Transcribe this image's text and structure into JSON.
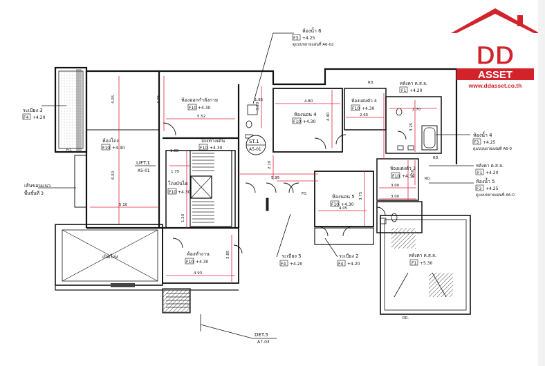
{
  "brand": {
    "logo_text": "DD",
    "logo_sub": "ASSET",
    "url": "www.ddasset.co.th",
    "color": "#d3232a"
  },
  "colors": {
    "wall": "#111111",
    "dimension": "#e0203c",
    "hatch": "#555555"
  },
  "labels": {
    "bath6_title": "ห้องน้ำ 6",
    "bath6_code": "F3",
    "bath6_level": "+4.25",
    "bath6_ref": "ดูแบบขยายแผ่นที่ A6-02",
    "balcony3_title": "ระเบียง 3",
    "balcony3_code": "F4",
    "balcony3_level": "+4.20",
    "exercise_title": "ห้องออกกำลังกาย",
    "exercise_code": "F10",
    "exercise_level": "+4.30",
    "hall_title": "ห้องโถง",
    "hall_code": "F10",
    "hall_level": "+4.30",
    "corridor_title": "โถงทางเดิน",
    "corridor_code": "F10",
    "corridor_level": "+4.30",
    "stair_title": "โถงบันได",
    "stair_code": "F10",
    "stair_level": "+4.30",
    "lift": "LIFT.1",
    "lift_ref": "A5-01",
    "st1": "ST.1",
    "st1_ref": "A5-01",
    "bed4_title": "ห้องนอน 4",
    "bed4_code": "F10",
    "bed4_level": "+4.30",
    "dress4_title": "ห้องแต่งตัว 4",
    "dress4_code": "F10",
    "dress4_level": "+4.30",
    "roof1_title": "หลังคา ค.ส.ล.",
    "roof1_code": "F1",
    "roof1_level": "+4.20",
    "bath4_title": "ห้องน้ำ 4",
    "bath4_code": "F3",
    "bath4_level": "+4.25",
    "bath4_ref": "ดูแบบขยายแผ่นที่ A6-0",
    "roof2_title": "หลังคา ค.ส.ล.",
    "roof2_code": "F1",
    "roof2_level": "+4.20",
    "bath5_title": "ห้องน้ำ 5",
    "bath5_code": "F3",
    "bath5_level": "+4.25",
    "bath5_ref": "ดูแบบขยายแผ่นที่ A6-0",
    "dress3_title": "ห้องแต่งตัว 3",
    "dress3_code": "F10",
    "dress3_level": "+4.30",
    "bed5_title": "ห้องนอน 5",
    "bed5_code": "F10",
    "bed5_level": "+4.30",
    "gap_title": "เส้นขอบแนว",
    "gap_sub": "พื้นชั้นที่ 3",
    "void_title": "เปิดโล่ง",
    "work_title": "ห้องทำงาน",
    "work_code": "F10",
    "work_level": "+4.30",
    "balcony5_title": "ระเบียง 5",
    "balcony5_code": "F4",
    "balcony5_level": "+4.20",
    "balcony2_title": "ระเบียง 2",
    "balcony2_code": "F4",
    "balcony2_level": "+4.20",
    "roof3_title": "หลังคา ค.ส.ล.",
    "roof3_code": "F1",
    "roof3_level": "+5.30",
    "det5": "DET.5",
    "det5_ref": "A7-03",
    "fd": "FD.",
    "rd": "RD."
  },
  "dimensions": {
    "d405a": "4.05",
    "d405b": "4.05",
    "d650": "6.50",
    "d510": "5.10",
    "d552": "5.52",
    "d480": "4.80",
    "d265": "2.65",
    "d440": "4.40",
    "d320": "3.20",
    "d185": "1.85",
    "d168": "1.68",
    "d175": "1.75",
    "d210": "2.10",
    "d595": "5.95",
    "d375": "3.75",
    "d325": "3.25",
    "d300a": "3.00",
    "d300b": "3.00",
    "d150": "1.50",
    "d405c": "4.05",
    "d493": "4.93",
    "d385": "3.85",
    "d270": "2.70",
    "d120": "1.20"
  }
}
